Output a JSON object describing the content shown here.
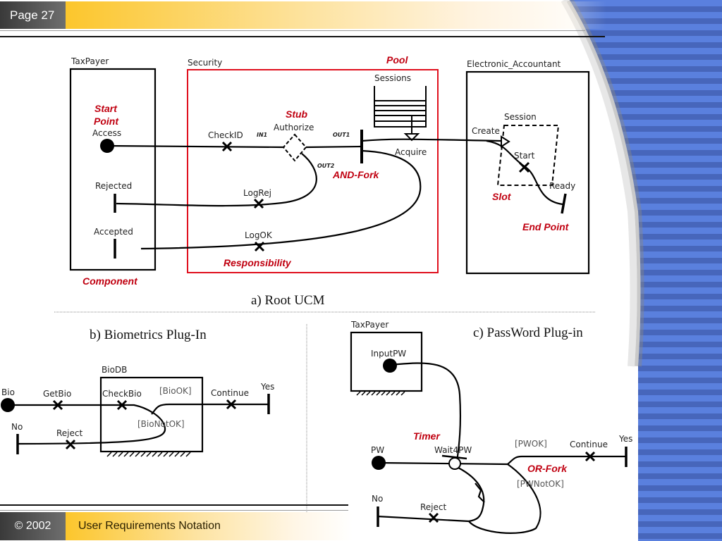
{
  "header": {
    "page_label": "Page 27"
  },
  "footer": {
    "copyright": "© 2002",
    "title": "User Requirements Notation"
  },
  "colors": {
    "annotation_red": "#c00010",
    "accent_yellow": "#fcc62c",
    "stripe_blue": "#5a80de",
    "stripe_dark": "#4766bb"
  },
  "root_ucm": {
    "caption": "a) Root UCM",
    "components": {
      "taxpayer": "TaxPayer",
      "security": "Security",
      "electronic_accountant": "Electronic_Accountant",
      "session": "Session",
      "sessions_pool": "Sessions"
    },
    "elements": {
      "access": "Access",
      "checkid": "CheckID",
      "authorize": "Authorize",
      "in1": "IN1",
      "out1": "OUT1",
      "out2": "OUT2",
      "acquire": "Acquire",
      "create": "Create",
      "start": "Start",
      "ready": "Ready",
      "rejected": "Rejected",
      "logrej": "LogRej",
      "accepted": "Accepted",
      "logok": "LogOK"
    },
    "annotations": {
      "start_point_1": "Start",
      "start_point_2": "Point",
      "stub": "Stub",
      "pool": "Pool",
      "and_fork": "AND-Fork",
      "slot": "Slot",
      "end_point": "End Point",
      "responsibility": "Responsibility",
      "component": "Component"
    }
  },
  "biometrics": {
    "caption": "b) Biometrics Plug-In",
    "component": "BioDB",
    "elements": {
      "bio": "Bio",
      "getbio": "GetBio",
      "checkbio": "CheckBio",
      "biook": "[BioOK]",
      "bionotok": "[BioNotOK]",
      "continue": "Continue",
      "yes": "Yes",
      "no": "No",
      "reject": "Reject"
    }
  },
  "password": {
    "caption": "c) PassWord Plug-in",
    "component": "TaxPayer",
    "elements": {
      "inputpw": "InputPW",
      "pw": "PW",
      "wait4pw": "Wait4PW",
      "pwok": "[PWOK]",
      "pwnotok": "[PWNotOK]",
      "continue": "Continue",
      "yes": "Yes",
      "no": "No",
      "reject": "Reject"
    },
    "annotations": {
      "timer": "Timer",
      "or_fork": "OR-Fork"
    }
  }
}
